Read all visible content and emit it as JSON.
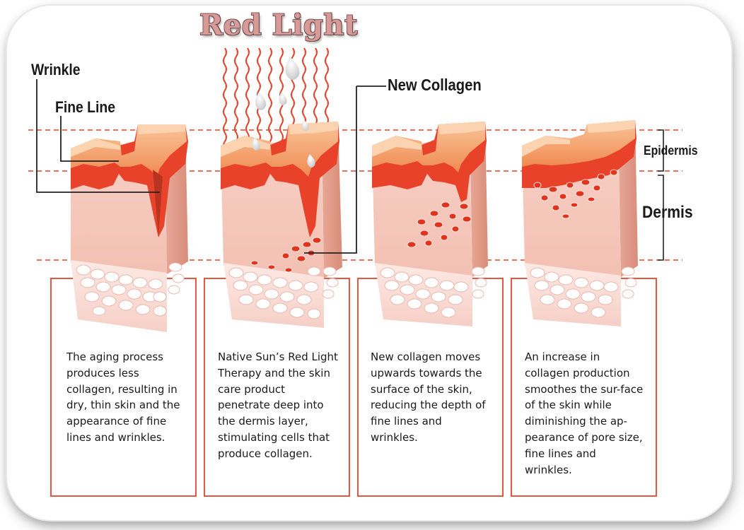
{
  "title": "Red Light",
  "labels": {
    "wrinkle": "Wrinkle",
    "fine_line": "Fine Line",
    "new_collagen": "New Collagen",
    "epidermis": "Epidermis",
    "dermis": "Dermis"
  },
  "captions": [
    "The aging process produces less collagen, resulting in dry, thin skin and the appearance of fine lines and wrinkles.",
    "Native Sun’s Red Light Therapy and the skin care product penetrate deep into the dermis layer, stimulating cells that produce collagen.",
    "New collagen moves upwards towards the surface of the skin, reducing the depth of fine lines and wrinkles.",
    "An increase in collagen production smoothes the sur-face of the skin while diminishing the ap-pearance of pore size, fine lines and wrinkles."
  ],
  "colors": {
    "guide_red": "#e0452c",
    "panel_border": "#e0452c",
    "skin_light": "#f5c9bf",
    "skin_mid": "#f0a68e",
    "epidermis_orange": "#f08a52",
    "collagen_red": "#d8301c"
  }
}
